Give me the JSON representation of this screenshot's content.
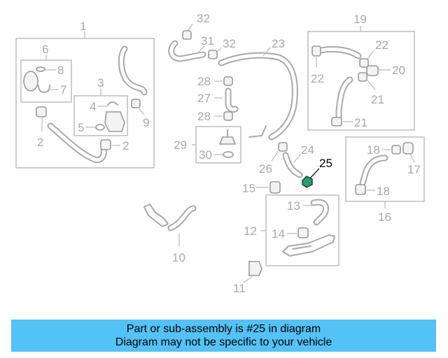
{
  "diagram": {
    "labels": {
      "p1": "1",
      "p2a": "2",
      "p2b": "2",
      "p3": "3",
      "p4": "4",
      "p5": "5",
      "p6": "6",
      "p7": "7",
      "p8": "8",
      "p9": "9",
      "p10": "10",
      "p11": "11",
      "p12": "12",
      "p13": "13",
      "p14": "14",
      "p15": "15",
      "p16": "16",
      "p17": "17",
      "p18a": "18",
      "p18b": "18",
      "p19": "19",
      "p20": "20",
      "p21a": "21",
      "p21b": "21",
      "p22a": "22",
      "p22b": "22",
      "p23": "23",
      "p24": "24",
      "p25": "25",
      "p26": "26",
      "p27": "27",
      "p28a": "28",
      "p28b": "28",
      "p29": "29",
      "p30": "30",
      "p31": "31",
      "p32a": "32",
      "p32b": "32"
    },
    "highlight_color": "#2a9d6b"
  },
  "banner": {
    "line1": "Part or sub-assembly is #25 in diagram",
    "line2": "Diagram may not be specific to your vehicle",
    "color": "#54c1f7"
  }
}
